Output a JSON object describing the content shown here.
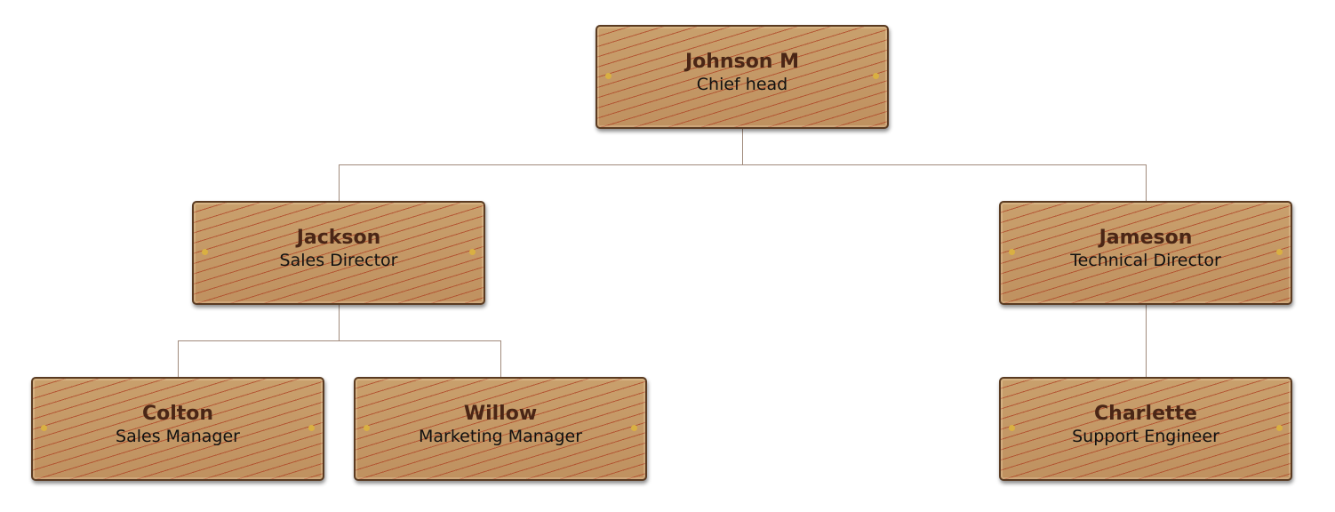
{
  "org_chart": {
    "nodes": [
      {
        "id": "johnson",
        "name": "Johnson M",
        "title": "Chief head",
        "parent": null
      },
      {
        "id": "jackson",
        "name": "Jackson",
        "title": "Sales Director",
        "parent": "johnson"
      },
      {
        "id": "jameson",
        "name": "Jameson",
        "title": "Technical Director",
        "parent": "johnson"
      },
      {
        "id": "colton",
        "name": "Colton",
        "title": "Sales Manager",
        "parent": "jackson"
      },
      {
        "id": "willow",
        "name": "Willow",
        "title": "Marketing Manager",
        "parent": "jackson"
      },
      {
        "id": "charlette",
        "name": "Charlette",
        "title": "Support Engineer",
        "parent": "jameson"
      }
    ]
  },
  "colors": {
    "wood": "#c39563",
    "grain": "#b04a2a",
    "border": "#5a3b22",
    "name_text": "#4a2616",
    "connector": "#a08a7c",
    "rivet": "#d9b042"
  }
}
